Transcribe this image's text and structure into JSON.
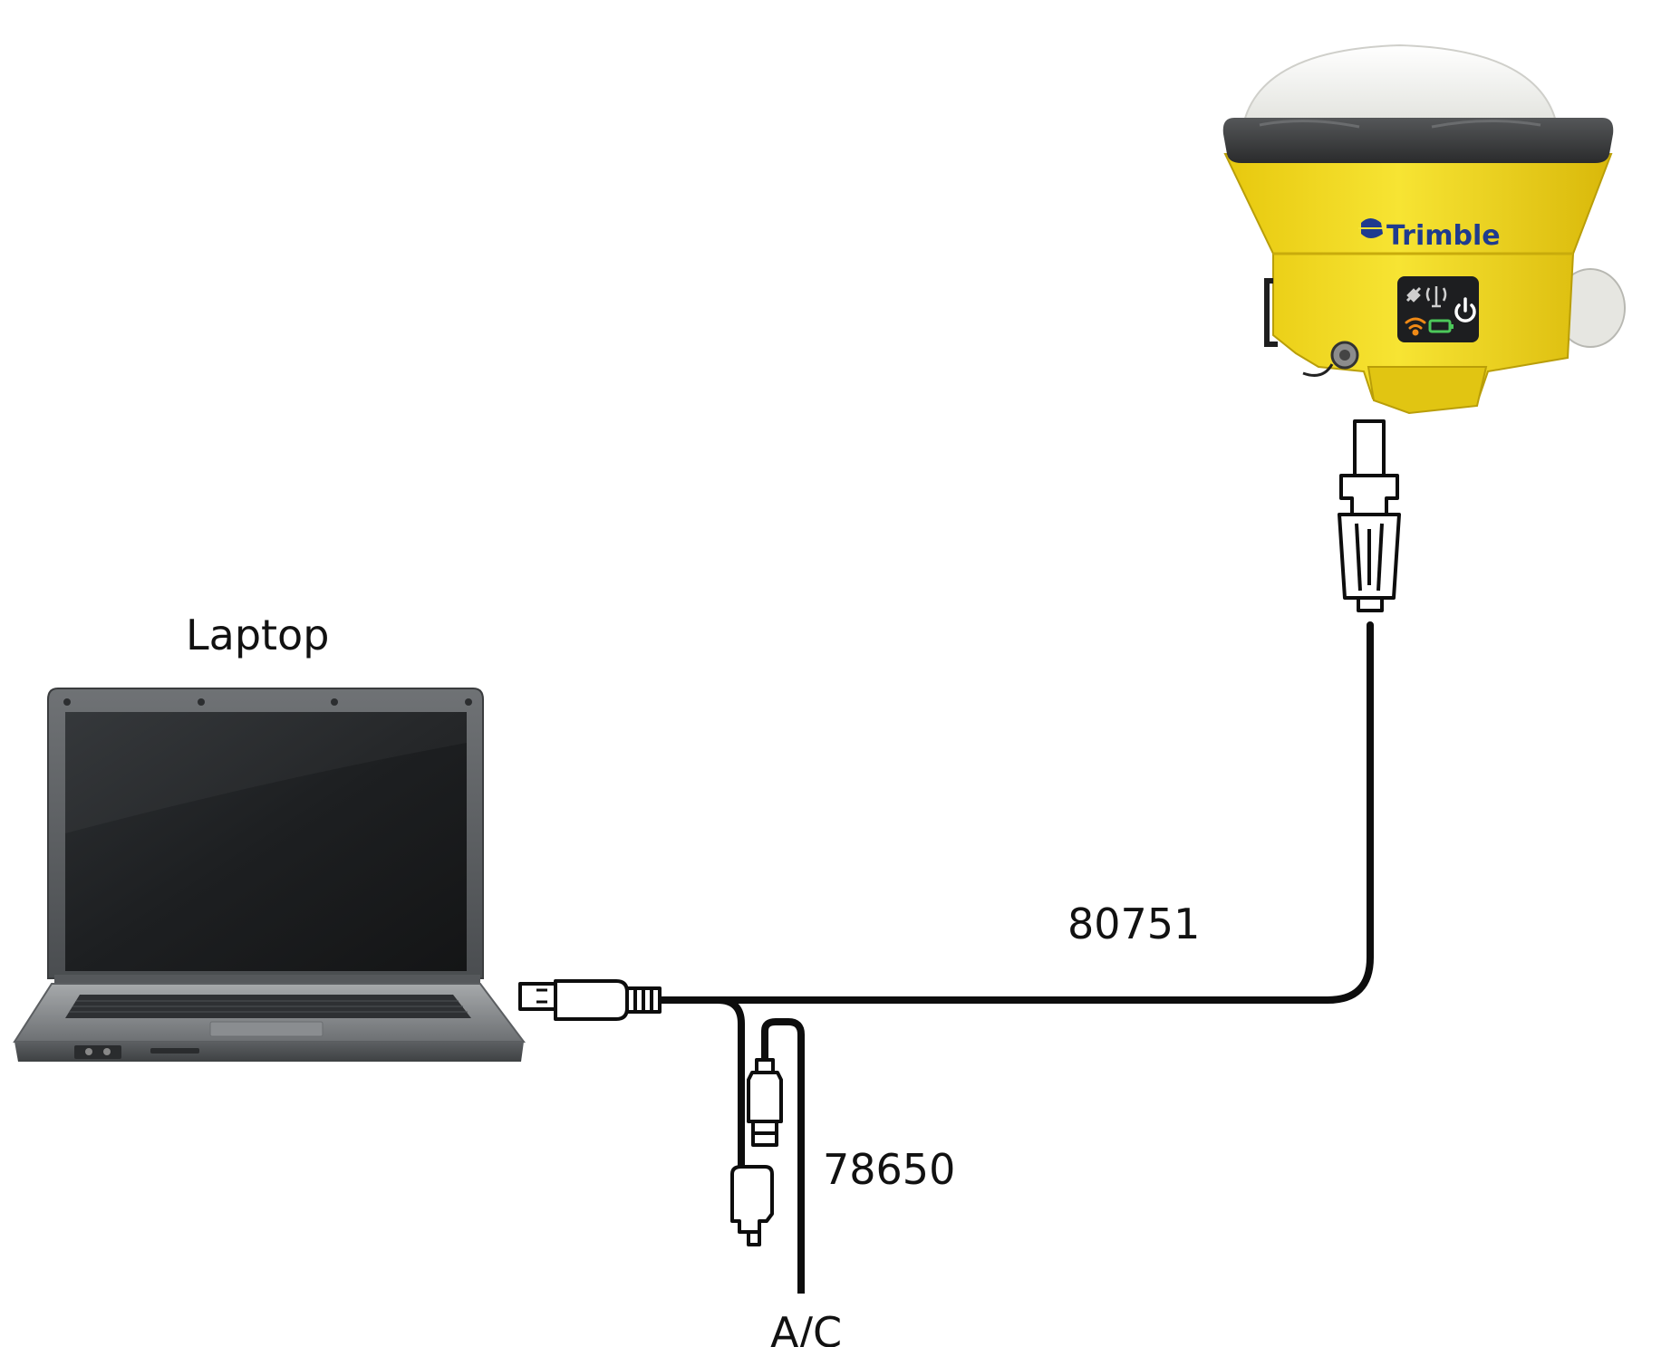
{
  "labels": {
    "laptop": "Laptop",
    "main_cable": "80751",
    "power_cable": "78650",
    "power_source": "A/C"
  },
  "receiver": {
    "brand": "Trimble",
    "body_color": "#f3dc1e",
    "bumper_color": "#3a3a3a",
    "dome_color": "#f4f4f0",
    "status_icons": [
      "satellite-icon",
      "radio-icon",
      "wifi-icon",
      "battery-icon",
      "power-icon"
    ]
  },
  "colors": {
    "cable": "#0d0d0d",
    "laptop_body": "#7a7d80",
    "laptop_screen": "#1f2123"
  }
}
